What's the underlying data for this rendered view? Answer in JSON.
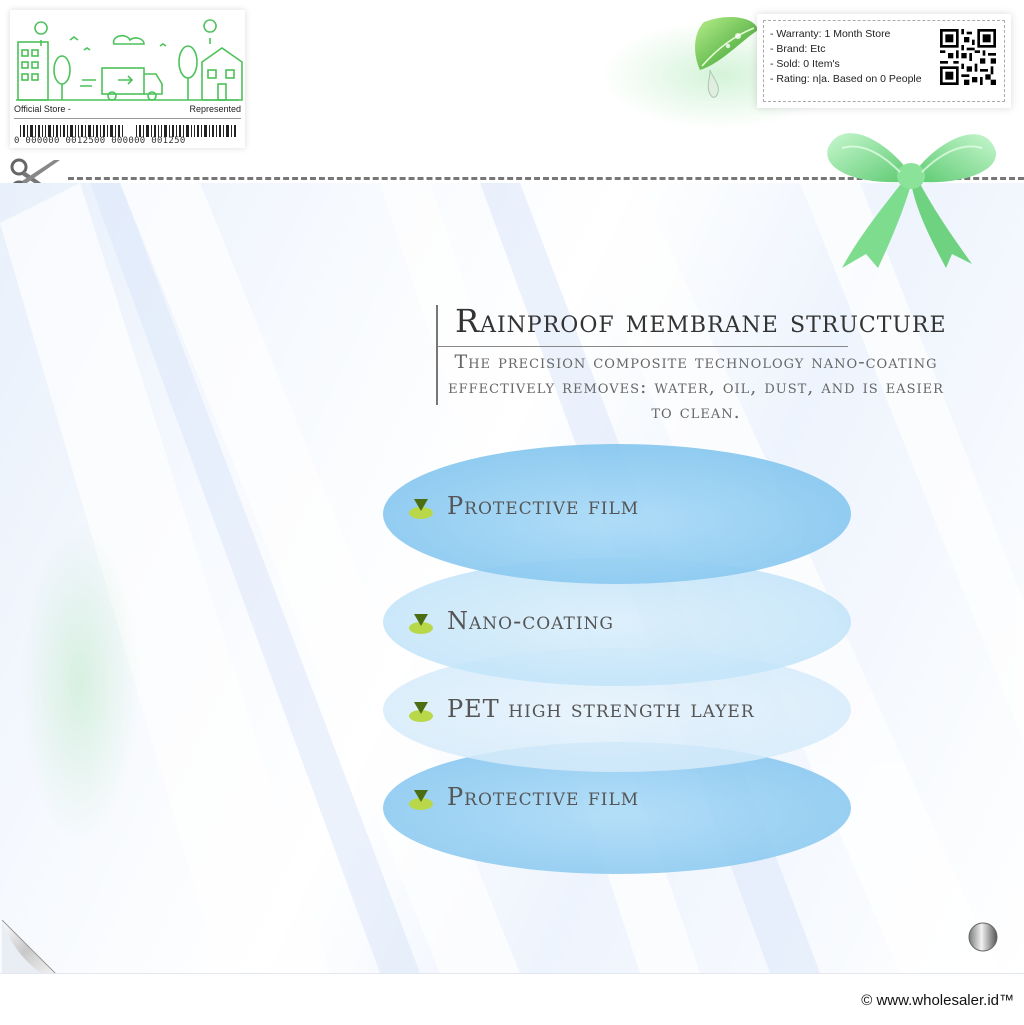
{
  "store_card": {
    "left_label": "Official Store -",
    "right_label": "Represented",
    "barcode_text": "0 000000 0012500 000000 001250"
  },
  "info_card": {
    "lines": [
      "- Warranty: 1 Month Store",
      "- Brand: Etc",
      "- Sold: 0 Item's",
      "- Rating: n|a. Based on 0 People"
    ]
  },
  "headline": {
    "title": "Rainproof membrane structure",
    "subtitle": "The precision composite technology nano-coating effectively removes: water, oil, dust, and is easier to clean."
  },
  "layers": [
    {
      "label": "Protective film"
    },
    {
      "label": "Nano-coating"
    },
    {
      "label": "PET high strength layer"
    },
    {
      "label": "Protective film"
    }
  ],
  "footer": {
    "copyright": "© www.wholesaler.id™"
  },
  "colors": {
    "layer_blue": "#8fcbf0",
    "layer_light": "#cfe9fb",
    "accent_green": "#7fd08a",
    "cut_line": "#777777"
  }
}
